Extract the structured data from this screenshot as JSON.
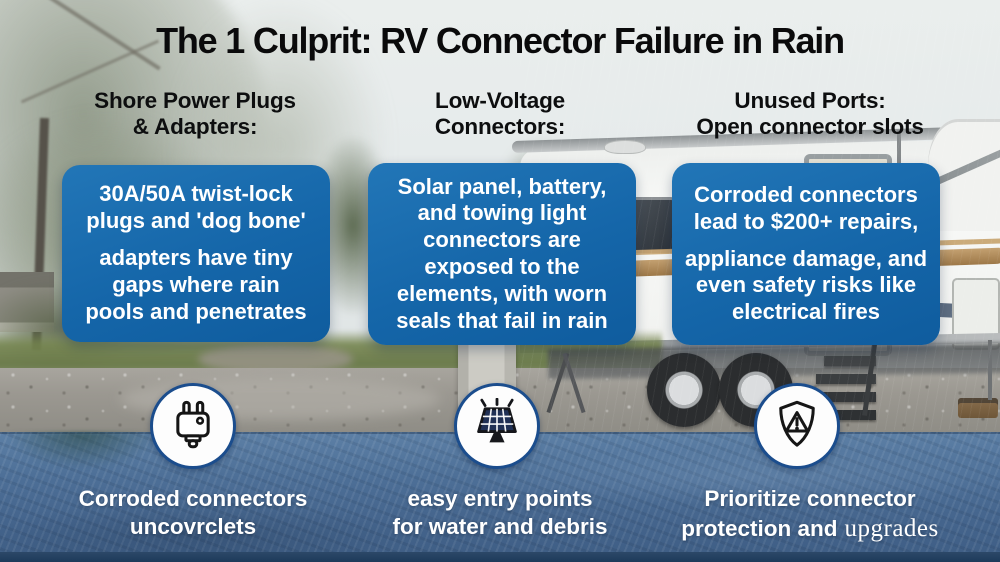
{
  "title": "The 1 Culprit: RV Connector Failure in Rain",
  "columns": [
    {
      "header": [
        "Shore Power Plugs",
        "& Adapters:"
      ],
      "box_paragraphs": [
        "30A/50A twist-lock\nplugs and 'dog bone'",
        "adapters have tiny\ngaps where rain\npools and penetrates"
      ],
      "icon": "power-plug-icon",
      "caption": [
        "Corroded connectors",
        "uncovrclets"
      ]
    },
    {
      "header": [
        "Low-Voltage",
        "Connectors:"
      ],
      "box_paragraphs": [
        "Solar panel, battery,\nand towing light\nconnectors are\nexposed to the\nelements, with worn\nseals that fail in rain"
      ],
      "icon": "solar-panel-icon",
      "caption": [
        "easy entry points",
        "for water and debris"
      ]
    },
    {
      "header": [
        "Unused Ports:",
        "Open connector slots"
      ],
      "box_paragraphs": [
        "Corroded connectors\nlead to $200+ repairs,",
        "appliance damage, and\neven safety risks like\nelectrical fires"
      ],
      "icon": "shield-warning-icon",
      "caption": [
        "Prioritize connector",
        "protection and"
      ],
      "caption_serif_word": "upgrades"
    }
  ],
  "colors": {
    "box_blue": "#1566a9",
    "icon_circle_border": "#1b4d8d",
    "water_band_blue": "#47698f",
    "title_text": "#0a0a0b",
    "box_text": "#ffffff"
  }
}
